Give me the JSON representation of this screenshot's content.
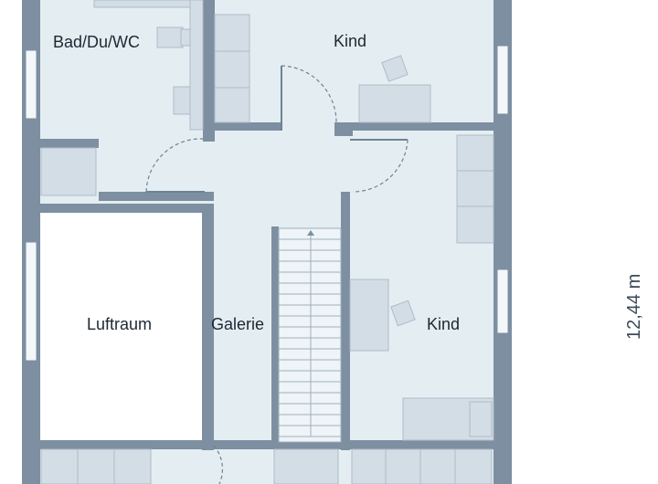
{
  "rooms": {
    "bath": "Bad/Du/WC",
    "child_top": "Kind",
    "void": "Luftraum",
    "gallery": "Galerie",
    "child_right": "Kind"
  },
  "dimension": {
    "depth": "12,44 m"
  },
  "colors": {
    "wall": "#7d8fa1",
    "floor": "#e4eef2",
    "void": "#ffffff",
    "furniture": "#d3dde5",
    "furniture_line": "#aebbc8",
    "window": "#f3f7f9",
    "text": "#1d2733"
  }
}
